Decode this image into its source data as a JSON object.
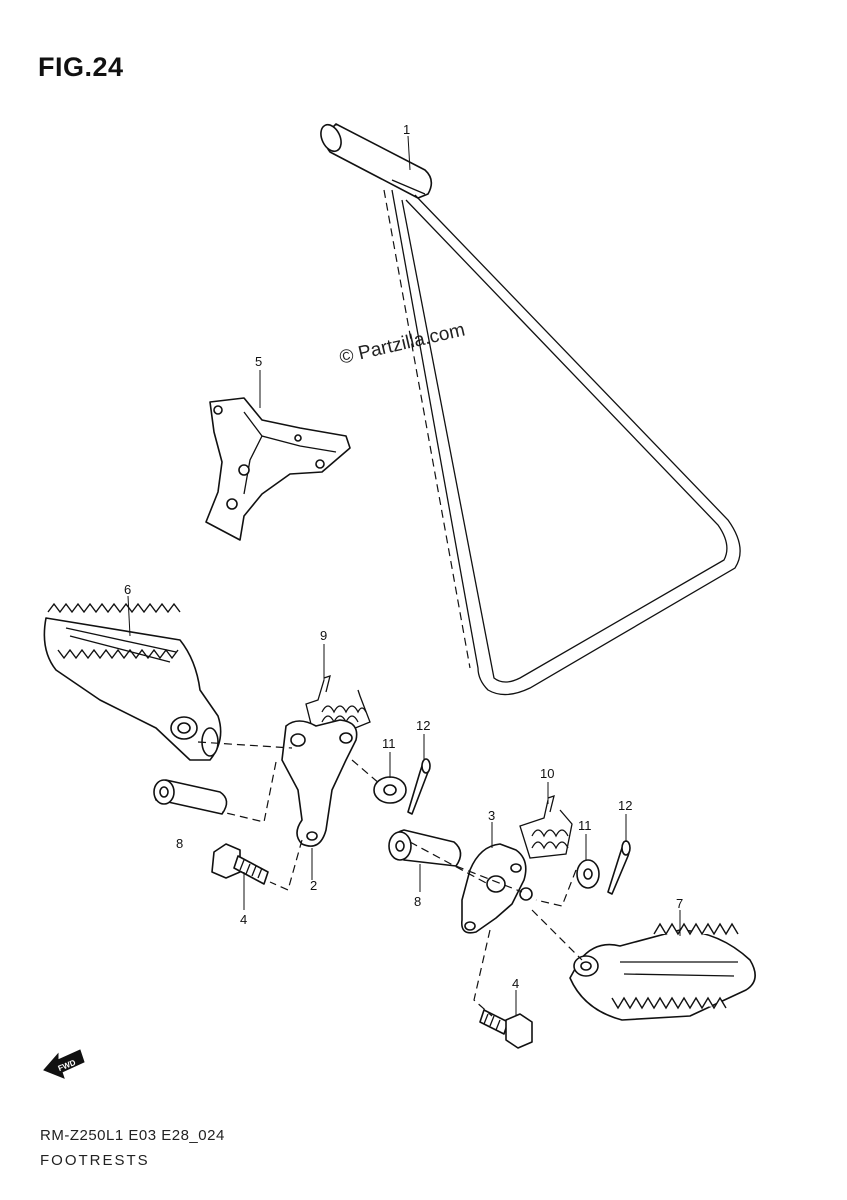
{
  "figure": {
    "title": "FIG.24"
  },
  "watermark": "© Partzilla.com",
  "footer": {
    "code": "RM-Z250L1 E03 E28_024",
    "name": "FOOTRESTS"
  },
  "fwd_label": "FWD",
  "callouts": {
    "c1": "1",
    "c2": "2",
    "c3": "3",
    "c4a": "4",
    "c4b": "4",
    "c5": "5",
    "c6": "6",
    "c7": "7",
    "c8a": "8",
    "c8b": "8",
    "c9": "9",
    "c10": "10",
    "c11a": "11",
    "c11b": "11",
    "c12a": "12",
    "c12b": "12"
  }
}
